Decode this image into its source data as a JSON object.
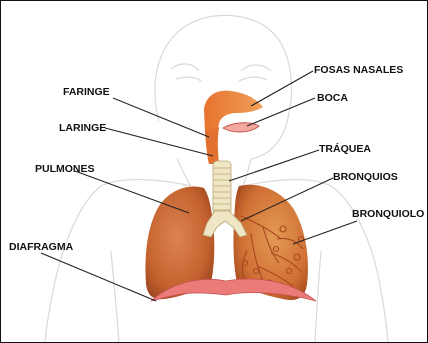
{
  "labels": {
    "fosas_nasales": "FOSAS NASALES",
    "boca": "BOCA",
    "faringe": "FARINGE",
    "laringe": "LARINGE",
    "traquea": "TRÁQUEA",
    "pulmones": "PULMONES",
    "bronquios": "BRONQUIOS",
    "bronquiolo": "BRONQUIOLO",
    "diafragma": "DIAFRAGMA"
  },
  "colors": {
    "lung": "#c8693a",
    "lung_dark": "#9e4520",
    "diaphragm": "#e86a6a",
    "trachea": "#efe6c6",
    "outline": "#d6d6d6",
    "leader": "#222222"
  }
}
